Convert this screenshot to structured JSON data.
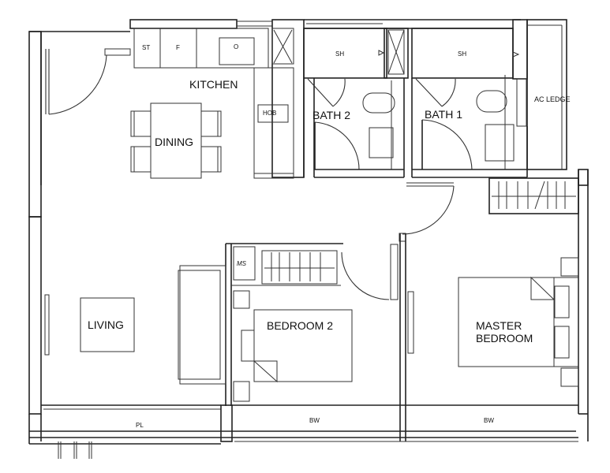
{
  "floor_plan": {
    "rooms": {
      "kitchen": "KITCHEN",
      "dining": "DINING",
      "living": "LIVING",
      "bath2": "BATH 2",
      "bath1": "BATH 1",
      "bedroom2": "BEDROOM 2",
      "master_line1": "MASTER",
      "master_line2": "BEDROOM",
      "ac_ledge": "AC LEDGE",
      "planter": "PL",
      "bay_window_1": "BW",
      "bay_window_2": "BW"
    },
    "fixtures": {
      "stove": "ST",
      "fridge": "F",
      "oven": "O",
      "hob": "HOB",
      "shower_2": "SH",
      "shower_1": "SH",
      "ms_note": "MS"
    }
  }
}
